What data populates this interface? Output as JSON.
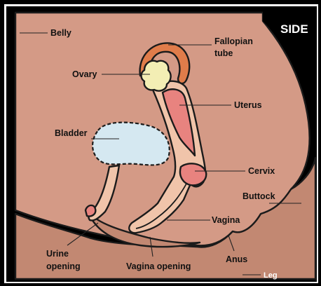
{
  "view_label": "SIDE",
  "labels": {
    "belly": "Belly",
    "fallopian_tube_line1": "Fallopian",
    "fallopian_tube_line2": "tube",
    "ovary": "Ovary",
    "uterus": "Uterus",
    "bladder": "Bladder",
    "cervix": "Cervix",
    "buttock": "Buttock",
    "vagina": "Vagina",
    "urine_opening_line1": "Urine",
    "urine_opening_line2": "opening",
    "vagina_opening": "Vagina opening",
    "anus": "Anus",
    "leg": "Leg"
  },
  "colors": {
    "frame": "#000000",
    "body_skin": "#d49a86",
    "lower_skin": "#c28872",
    "organ_light": "#f0c4aa",
    "uterus_inner": "#e8837f",
    "tube": "#e07c4a",
    "ovary": "#f3eeb4",
    "bladder": "#d5e8f1"
  }
}
